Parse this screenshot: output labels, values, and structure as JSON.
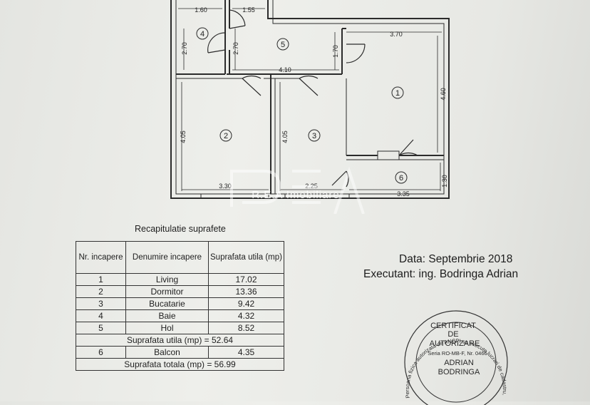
{
  "plan": {
    "dims": {
      "top_left": "1.60",
      "top_mid": "1.55",
      "right_top": "3.70",
      "baie_h": "2.70",
      "hol_h": "2.70",
      "door_h": "1.70",
      "hol_w": "4.10",
      "living_h": "4.60",
      "dormitor_h": "4.05",
      "bucatarie_h": "4.05",
      "dormitor_w": "3.30",
      "bucatarie_w": "2.25",
      "balcon_w": "3.35",
      "balcon_h": "1.30"
    },
    "room_numbers": [
      "1",
      "2",
      "3",
      "4",
      "5",
      "6"
    ],
    "watermark": "R.E.A Imobiliare"
  },
  "recap": {
    "title": "Recapitulatie suprafete",
    "headers": [
      "Nr. incapere",
      "Denumire incapere",
      "Suprafata utila (mp)"
    ],
    "rows": [
      {
        "nr": "1",
        "name": "Living",
        "area": "17.02"
      },
      {
        "nr": "2",
        "name": "Dormitor",
        "area": "13.36"
      },
      {
        "nr": "3",
        "name": "Bucatarie",
        "area": "9.42"
      },
      {
        "nr": "4",
        "name": "Baie",
        "area": "4.32"
      },
      {
        "nr": "5",
        "name": "Hol",
        "area": "8.52"
      }
    ],
    "subtotal": "Suprafata utila (mp) = 52.64",
    "balcony": {
      "nr": "6",
      "name": "Balcon",
      "area": "4.35"
    },
    "total": "Suprafata totala (mp) = 56.99"
  },
  "info": {
    "date": "Data: Septembrie 2018",
    "executant": "Executant: ing. Bodringa  Adrian"
  },
  "stamp": {
    "lines": [
      "CERTIFICAT",
      "DE",
      "AUTORIZARE",
      "Seria RO-MB-F, Nr. 0466",
      "ADRIAN",
      "BODRINGA"
    ],
    "ring": "Persoana fizica autorizata de ANCPI sa execute lucrari de cadastru, geodezie, cartografie"
  }
}
